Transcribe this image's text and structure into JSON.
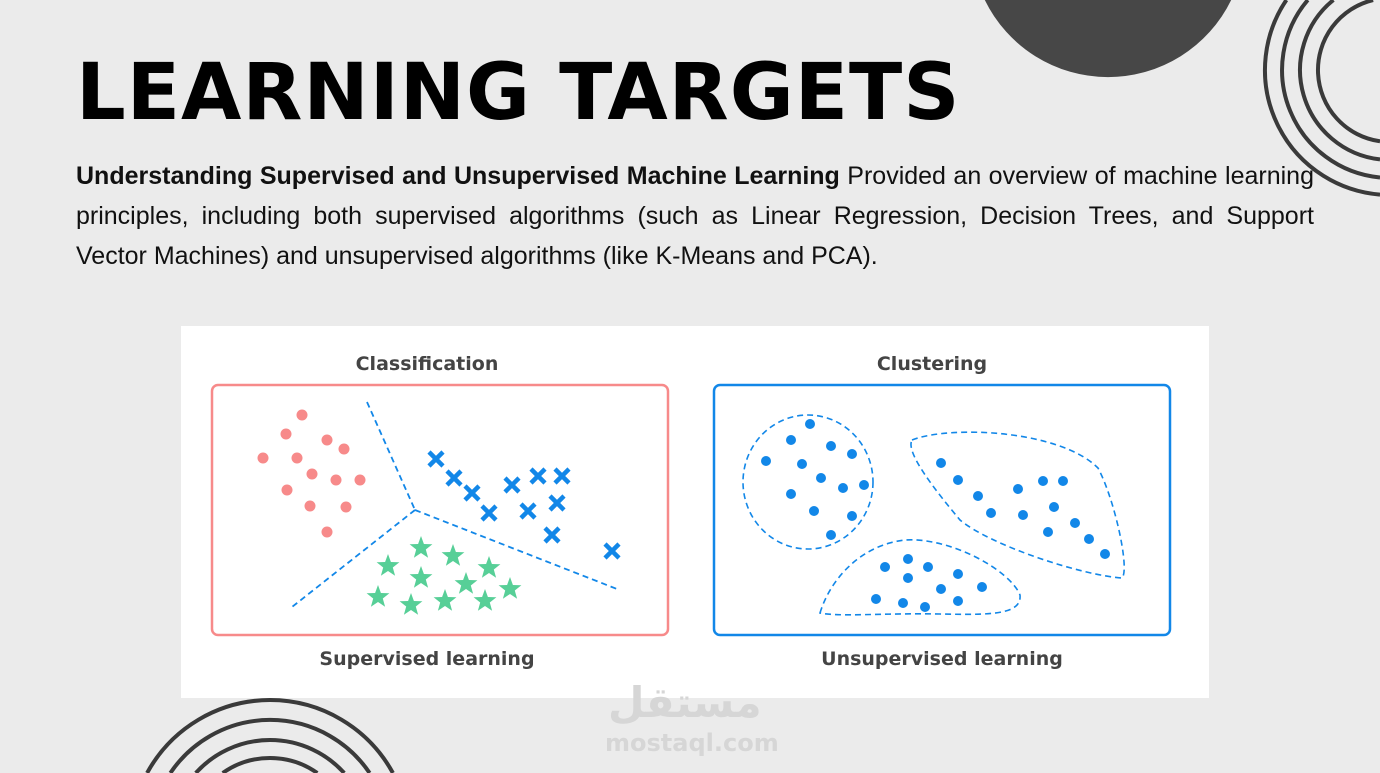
{
  "slide": {
    "title": "LEARNING TARGETS",
    "paragraph_bold": "Understanding Supervised and Unsupervised Machine Learning",
    "paragraph_rest": " Provided an overview of machine learning principles, including both supervised algorithms (such as Linear Regression, Decision Trees, and Support Vector Machines) and unsupervised algorithms (like K-Means and PCA)."
  },
  "figure": {
    "left_title": "Classification",
    "left_caption": "Supervised learning",
    "right_title": "Clustering",
    "right_caption": "Unsupervised learning",
    "colors": {
      "pink": "#f78a8a",
      "blue": "#1287e8",
      "green": "#57cf97",
      "text": "#444444"
    }
  },
  "watermark": {
    "arabic": "مستقل",
    "latin": "mostaql.com"
  }
}
